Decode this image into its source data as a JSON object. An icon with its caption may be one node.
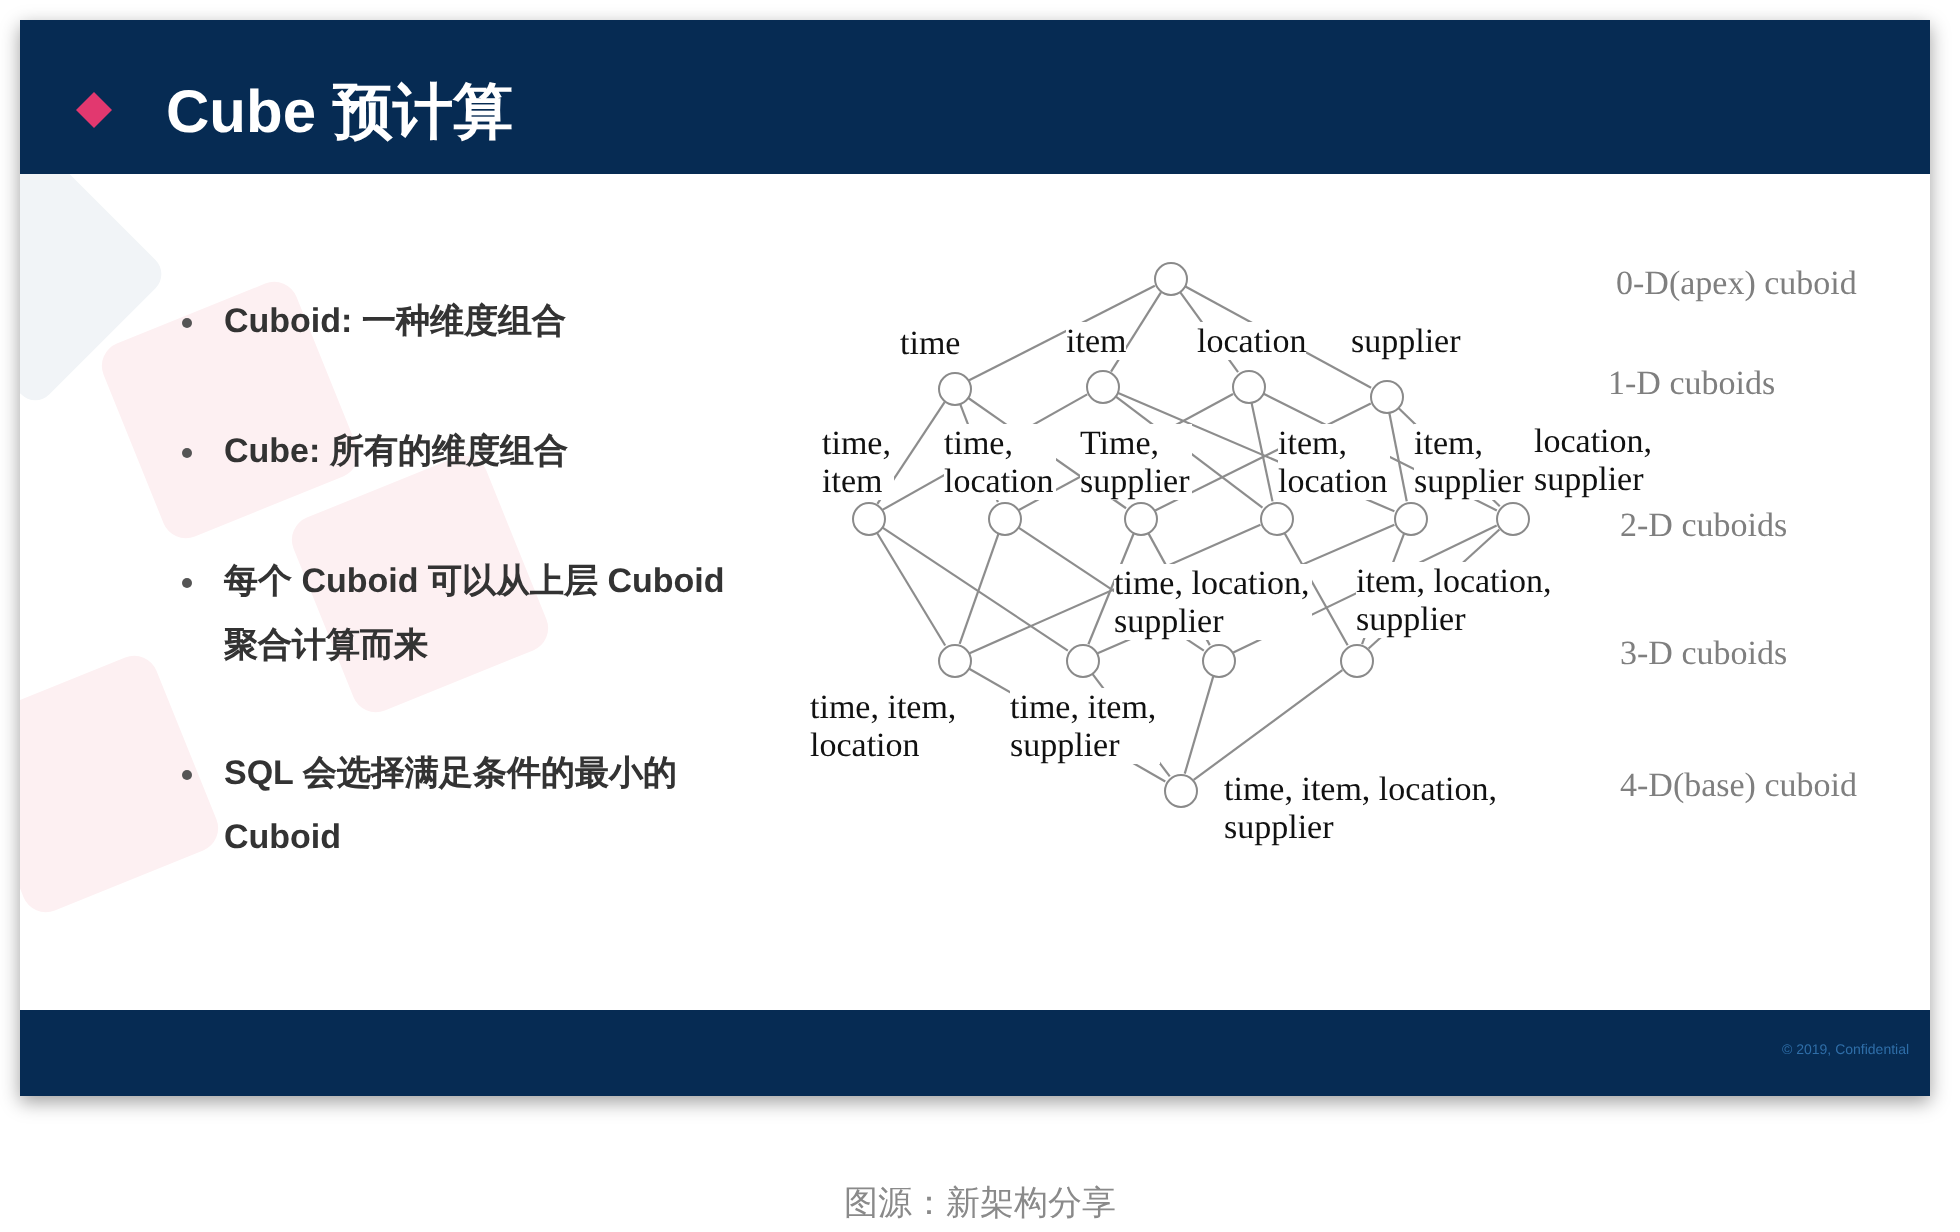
{
  "diagram": {
    "title": "Cube 预计算",
    "caption": "图源：新架构分享",
    "nodes": [
      {
        "text": [],
        "shape": "circle"
      },
      {
        "text": [],
        "shape": "circle",
        "beside": [
          "time"
        ]
      },
      {
        "text": [],
        "shape": "circle",
        "beside": [
          "item"
        ]
      },
      {
        "text": [],
        "shape": "circle",
        "beside": [
          "location"
        ]
      },
      {
        "text": [],
        "shape": "circle",
        "beside": [
          "supplier"
        ]
      },
      {
        "text": [],
        "shape": "circle",
        "beside": [
          "time, item"
        ]
      },
      {
        "text": [],
        "shape": "circle",
        "beside": [
          "time, location"
        ]
      },
      {
        "text": [],
        "shape": "circle",
        "beside": [
          "Time, supplier"
        ]
      },
      {
        "text": [],
        "shape": "circle",
        "beside": [
          "item, location"
        ]
      },
      {
        "text": [],
        "shape": "circle",
        "beside": [
          "item, supplier"
        ]
      },
      {
        "text": [],
        "shape": "circle",
        "beside": [
          "location, supplier"
        ]
      },
      {
        "text": [],
        "shape": "circle",
        "beside": [
          "time, item, location"
        ]
      },
      {
        "text": [],
        "shape": "circle",
        "beside": [
          "time, item, supplier"
        ]
      },
      {
        "text": [],
        "shape": "circle",
        "beside": [
          "time, location, supplier"
        ]
      },
      {
        "text": [],
        "shape": "circle",
        "beside": [
          "item, location, supplier"
        ]
      },
      {
        "text": [],
        "shape": "circle",
        "beside": [
          "time, item, location, supplier"
        ]
      }
    ],
    "edges": [
      {
        "from": 0,
        "to": 1,
        "arrow": "none"
      },
      {
        "from": 0,
        "to": 2,
        "arrow": "none"
      },
      {
        "from": 0,
        "to": 3,
        "arrow": "none"
      },
      {
        "from": 0,
        "to": 4,
        "arrow": "none"
      },
      {
        "from": 1,
        "to": 5,
        "arrow": "none"
      },
      {
        "from": 1,
        "to": 6,
        "arrow": "none"
      },
      {
        "from": 1,
        "to": 7,
        "arrow": "none"
      },
      {
        "from": 2,
        "to": 5,
        "arrow": "none"
      },
      {
        "from": 2,
        "to": 8,
        "arrow": "none"
      },
      {
        "from": 2,
        "to": 9,
        "arrow": "none"
      },
      {
        "from": 3,
        "to": 6,
        "arrow": "none"
      },
      {
        "from": 3,
        "to": 8,
        "arrow": "none"
      },
      {
        "from": 3,
        "to": 10,
        "arrow": "none"
      },
      {
        "from": 4,
        "to": 7,
        "arrow": "none"
      },
      {
        "from": 4,
        "to": 9,
        "arrow": "none"
      },
      {
        "from": 4,
        "to": 10,
        "arrow": "none"
      },
      {
        "from": 5,
        "to": 11,
        "arrow": "none"
      },
      {
        "from": 5,
        "to": 12,
        "arrow": "none"
      },
      {
        "from": 6,
        "to": 11,
        "arrow": "none"
      },
      {
        "from": 6,
        "to": 13,
        "arrow": "none"
      },
      {
        "from": 7,
        "to": 12,
        "arrow": "none"
      },
      {
        "from": 7,
        "to": 13,
        "arrow": "none"
      },
      {
        "from": 8,
        "to": 11,
        "arrow": "none"
      },
      {
        "from": 8,
        "to": 14,
        "arrow": "none"
      },
      {
        "from": 9,
        "to": 12,
        "arrow": "none"
      },
      {
        "from": 9,
        "to": 14,
        "arrow": "none"
      },
      {
        "from": 10,
        "to": 13,
        "arrow": "none"
      },
      {
        "from": 10,
        "to": 14,
        "arrow": "none"
      },
      {
        "from": 11,
        "to": 15,
        "arrow": "none"
      },
      {
        "from": 12,
        "to": 15,
        "arrow": "none"
      },
      {
        "from": 13,
        "to": 15,
        "arrow": "none"
      },
      {
        "from": 14,
        "to": 15,
        "arrow": "none"
      }
    ],
    "labels": [
      "Cuboid: 一种维度组合",
      "Cube: 所有的维度组合",
      "每个 Cuboid 可以从上层 Cuboid 聚合计算而来",
      "SQL 会选择满足条件的最小的 Cuboid",
      "0-D(apex) cuboid",
      "1-D cuboids",
      "2-D cuboids",
      "3-D cuboids",
      "4-D(base) cuboid",
      "© 2019, Confidential"
    ]
  }
}
